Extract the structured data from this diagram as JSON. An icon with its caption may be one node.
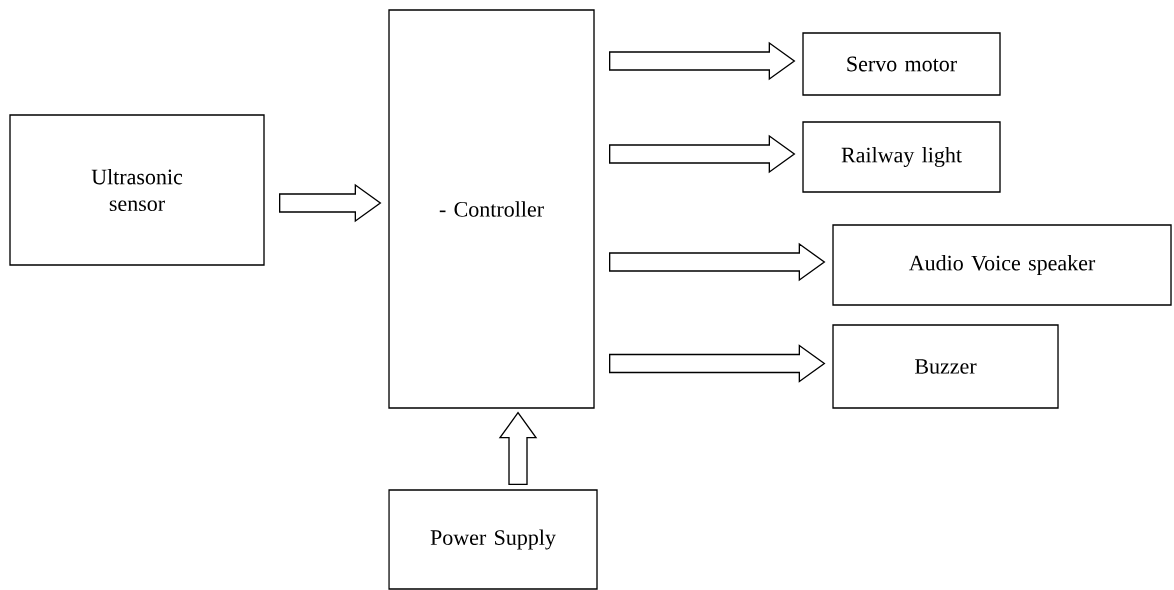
{
  "diagram": {
    "nodes": [
      {
        "text": [
          "Ultrasonic sensor"
        ]
      },
      {
        "text": [
          "- Controller"
        ]
      },
      {
        "text": [
          "Servo motor"
        ]
      },
      {
        "text": [
          "Railway light"
        ]
      },
      {
        "text": [
          "Audio Voice speaker"
        ]
      },
      {
        "text": [
          "Buzzer"
        ]
      },
      {
        "text": [
          "Power Supply"
        ]
      }
    ],
    "edges": [
      {
        "from": 0,
        "to": 1,
        "arrow": "to"
      },
      {
        "from": 1,
        "to": 2,
        "arrow": "to"
      },
      {
        "from": 1,
        "to": 3,
        "arrow": "to"
      },
      {
        "from": 1,
        "to": 4,
        "arrow": "to"
      },
      {
        "from": 1,
        "to": 5,
        "arrow": "to"
      },
      {
        "from": 6,
        "to": 1,
        "arrow": "to"
      }
    ]
  }
}
